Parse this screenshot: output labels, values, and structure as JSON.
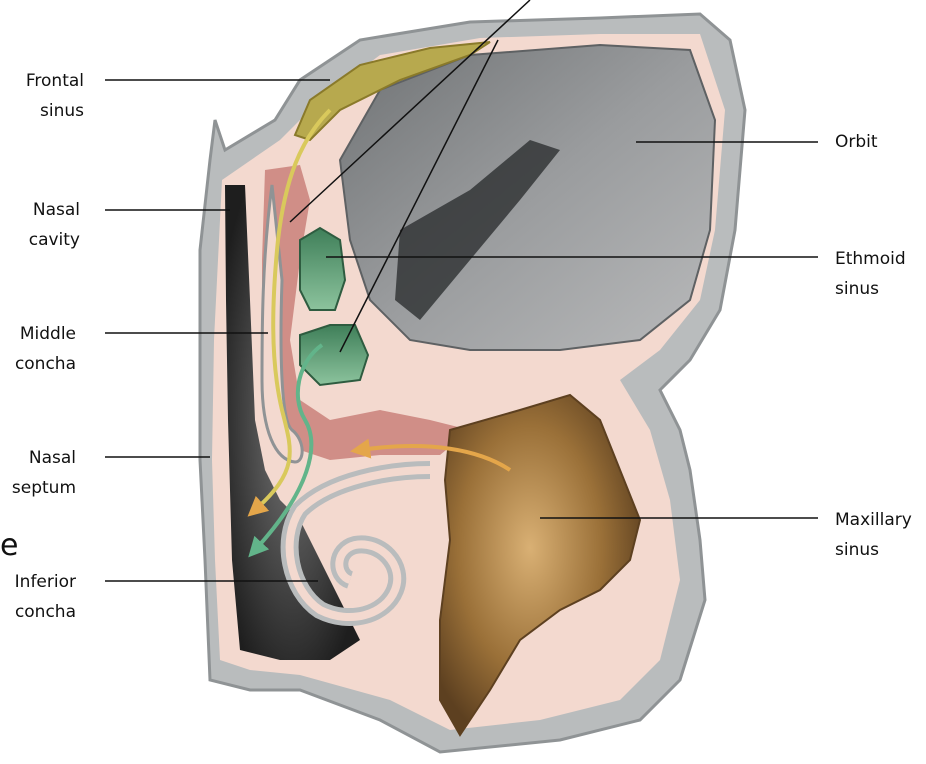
{
  "labels": {
    "frontal_sinus": [
      "Frontal",
      "sinus"
    ],
    "nasal_cavity": [
      "Nasal",
      "cavity"
    ],
    "middle_concha": [
      "Middle",
      "concha"
    ],
    "nasal_septum": [
      "Nasal",
      "septum"
    ],
    "inferior_concha": [
      "Inferior",
      "concha"
    ],
    "orbit": [
      "Orbit"
    ],
    "ethmoid_sinus": [
      "Ethmoid",
      "sinus"
    ],
    "maxillary_sinus": [
      "Maxillary",
      "sinus"
    ]
  },
  "edge_glyph": "e",
  "colors": {
    "bone": "#b9bcbd",
    "bone_dark": "#8f9395",
    "mucosa": "#f3d9cf",
    "frontal_sinus_fill": "#b7a94e",
    "ethmoid_sinus_fill": "#5f9a73",
    "maxillary_sinus_fill": "#9a7038",
    "orbit_fill": "#8a8c8e",
    "cavity_fill": "#3a3a3a",
    "red_region": "#c9807a",
    "arrow_orange": "#e4a64a",
    "arrow_yellow": "#d9c95c",
    "arrow_green": "#62b48a",
    "leader_line": "#111111"
  }
}
